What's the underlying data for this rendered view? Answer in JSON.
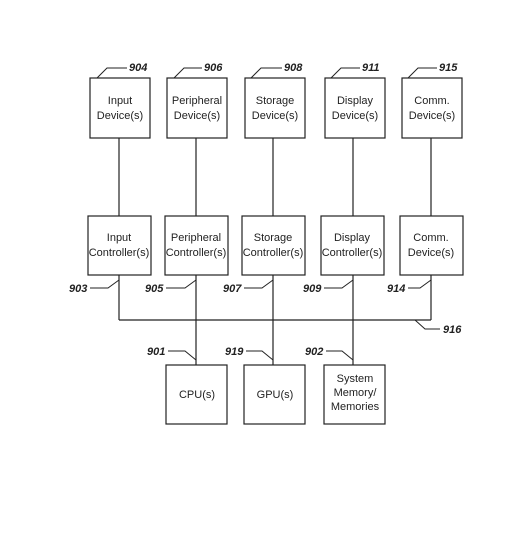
{
  "diagram": {
    "line_color": "#222222",
    "top_row": [
      {
        "id": "904",
        "ref": "904",
        "lines": [
          "Input",
          "Device(s)"
        ]
      },
      {
        "id": "906",
        "ref": "906",
        "lines": [
          "Peripheral",
          "Device(s)"
        ]
      },
      {
        "id": "908",
        "ref": "908",
        "lines": [
          "Storage",
          "Device(s)"
        ]
      },
      {
        "id": "911",
        "ref": "911",
        "lines": [
          "Display",
          "Device(s)"
        ]
      },
      {
        "id": "915",
        "ref": "915",
        "lines": [
          "Comm.",
          "Device(s)"
        ]
      }
    ],
    "middle_row": [
      {
        "id": "903",
        "ref": "903",
        "lines": [
          "Input",
          "Controller(s)"
        ]
      },
      {
        "id": "905",
        "ref": "905",
        "lines": [
          "Peripheral",
          "Controller(s)"
        ]
      },
      {
        "id": "907",
        "ref": "907",
        "lines": [
          "Storage",
          "Controller(s)"
        ]
      },
      {
        "id": "909",
        "ref": "909",
        "lines": [
          "Display",
          "Controller(s)"
        ]
      },
      {
        "id": "914",
        "ref": "914",
        "lines": [
          "Comm.",
          "Device(s)"
        ]
      }
    ],
    "bottom_row": [
      {
        "id": "901",
        "ref": "901",
        "lines": [
          "CPU(s)"
        ]
      },
      {
        "id": "919",
        "ref": "919",
        "lines": [
          "GPU(s)"
        ]
      },
      {
        "id": "902",
        "ref": "902",
        "lines": [
          "System",
          "Memory/",
          "Memories"
        ]
      }
    ],
    "bus": {
      "ref": "916"
    }
  }
}
